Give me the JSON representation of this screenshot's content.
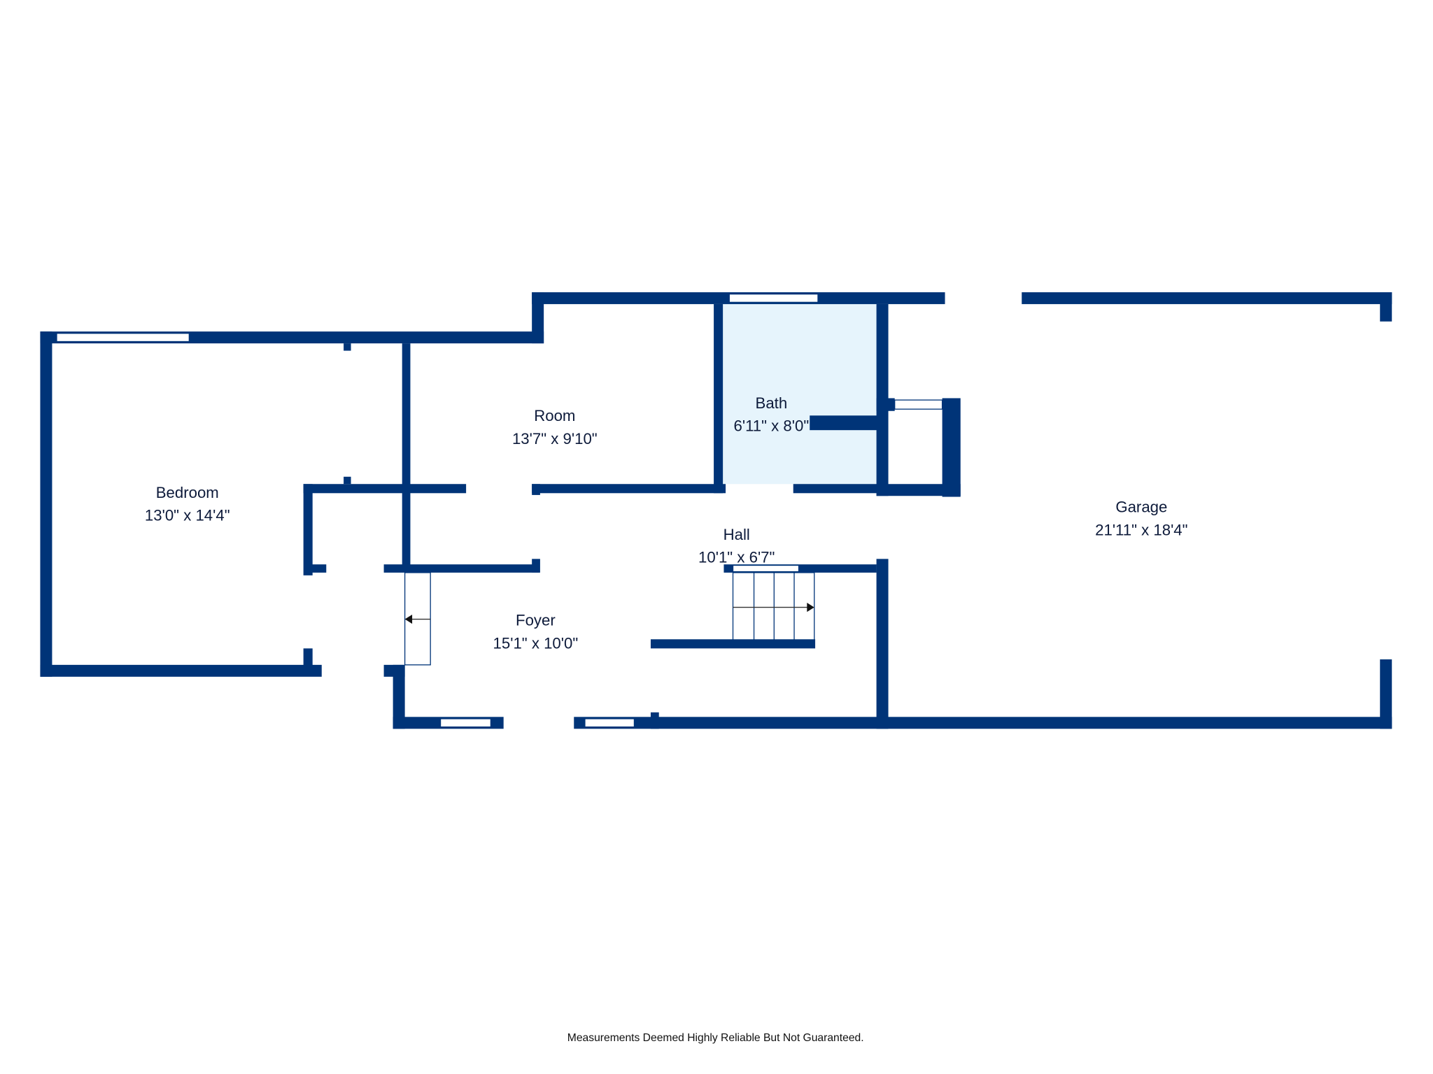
{
  "colors": {
    "wall": "#003478",
    "bath_fill": "#e6f4fc",
    "background": "#ffffff"
  },
  "rooms": [
    {
      "name": "Bedroom",
      "size": "13'0\" x 14'4\""
    },
    {
      "name": "Room",
      "size": "13'7\" x 9'10\""
    },
    {
      "name": "Bath",
      "size": "6'11\" x 8'0\""
    },
    {
      "name": "Hall",
      "size": "10'1\" x 6'7\""
    },
    {
      "name": "Foyer",
      "size": "15'1\" x 10'0\""
    },
    {
      "name": "Garage",
      "size": "21'11\" x 18'4\""
    }
  ],
  "footer": "Measurements Deemed Highly Reliable But Not Guaranteed."
}
